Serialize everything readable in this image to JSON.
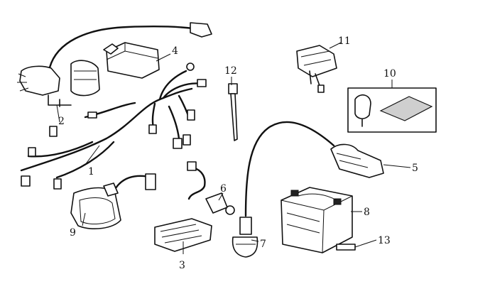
{
  "callouts": [
    {
      "id": "1",
      "label": "1"
    },
    {
      "id": "2",
      "label": "2"
    },
    {
      "id": "3",
      "label": "3"
    },
    {
      "id": "4",
      "label": "4"
    },
    {
      "id": "5",
      "label": "5"
    },
    {
      "id": "6",
      "label": "6"
    },
    {
      "id": "7",
      "label": "7"
    },
    {
      "id": "8",
      "label": "8"
    },
    {
      "id": "9",
      "label": "9"
    },
    {
      "id": "10",
      "label": "10"
    },
    {
      "id": "11",
      "label": "11"
    },
    {
      "id": "12",
      "label": "12"
    },
    {
      "id": "13",
      "label": "13"
    }
  ],
  "colors": {
    "ink": "#111111",
    "background": "#ffffff"
  }
}
